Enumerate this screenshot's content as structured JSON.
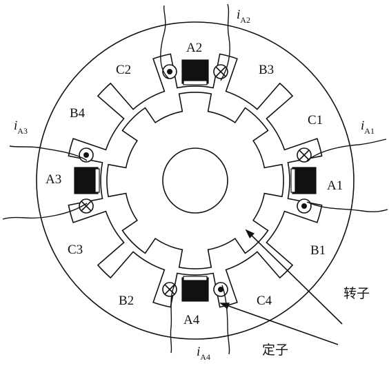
{
  "diagram": {
    "colors": {
      "stroke": "#111111",
      "fill_coil": "#111111",
      "background": "#ffffff"
    },
    "stator_label": "定子",
    "rotor_label": "转子",
    "pole_labels": [
      {
        "name": "A1",
        "text": "A1"
      },
      {
        "name": "A2",
        "text": "A2"
      },
      {
        "name": "A3",
        "text": "A3"
      },
      {
        "name": "A4",
        "text": "A4"
      },
      {
        "name": "B1",
        "text": "B1"
      },
      {
        "name": "B2",
        "text": "B2"
      },
      {
        "name": "B3",
        "text": "B3"
      },
      {
        "name": "B4",
        "text": "B4"
      },
      {
        "name": "C1",
        "text": "C1"
      },
      {
        "name": "C2",
        "text": "C2"
      },
      {
        "name": "C3",
        "text": "C3"
      },
      {
        "name": "C4",
        "text": "C4"
      }
    ],
    "currents": [
      {
        "name": "iA1",
        "main": "i",
        "sub": "A1"
      },
      {
        "name": "iA2",
        "main": "i",
        "sub": "A2"
      },
      {
        "name": "iA3",
        "main": "i",
        "sub": "A3"
      },
      {
        "name": "iA4",
        "main": "i",
        "sub": "A4"
      }
    ],
    "stator_poles": 12,
    "rotor_teeth": 8,
    "icons": {
      "current_out": "dot-circle-icon",
      "current_in": "cross-circle-icon",
      "coil": "coil-block-icon"
    }
  }
}
